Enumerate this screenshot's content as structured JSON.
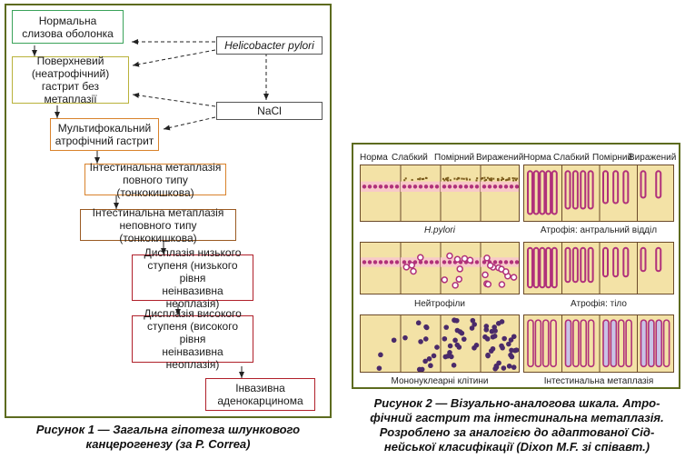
{
  "figure1": {
    "boxes": {
      "normal_mucosa": [
        "Нормальна",
        "слизова оболонка"
      ],
      "superficial_gastritis": [
        "Поверхневий",
        "(неатрофічний)",
        "гастрит без метаплазії"
      ],
      "multifocal_atrophic": [
        "Мультифокальний",
        "атрофічний гастрит"
      ],
      "intestinal_complete": [
        "Інтестинальна метаплазія",
        "повного типу (тонкокишкова)"
      ],
      "intestinal_incomplete": [
        "Інтестинальна метаплазія",
        "неповного типу (тонкокишкова)"
      ],
      "low_grade_dysplasia": [
        "Дисплазія низького",
        "ступеня (низького рівня",
        "неінвазивна неоплазія)"
      ],
      "high_grade_dysplasia": [
        "Дисплазія високого",
        "ступеня (високого рівня",
        "неінвазивна неоплазія)"
      ],
      "invasive_adenocarcinoma": [
        "Інвазивна",
        "аденокарцинома"
      ],
      "helicobacter": "Helicobacter pylori",
      "nacl": "NaCl"
    },
    "caption": [
      "Рисунок 1 — Загальна гіпотеза шлункового",
      "канцерогенезу (за P. Correa)"
    ]
  },
  "figure2": {
    "headers_left": [
      "Норма",
      "Слабкий",
      "Помірний",
      "Виражений"
    ],
    "headers_right": [
      "Норма",
      "Слабкий",
      "Помірний",
      "Виражений"
    ],
    "panel_labels": {
      "hpylori": "H.pylori",
      "atrophy_antral": "Атрофія: антральний відділ",
      "neutrophils": "Нейтрофіли",
      "atrophy_body": "Атрофія: тіло",
      "mononuclear": "Мононуклеарні клітини",
      "intestinal_metaplasia": "Інтестинальна метаплазія"
    },
    "caption": [
      "Рисунок 2 — Візуально-аналогова шкала. Атро-",
      "фічний гастрит та інтестинальна метаплазія.",
      "Розроблено за аналогією до адаптованої Сід-",
      "нейської класифікації (Dixon M.F. зі співавт.)"
    ],
    "colors": {
      "mucosa_bg": "#f3e2a6",
      "nuclei": "#b0307a",
      "dark_nuclei": "#4a2a6a",
      "border": "#6b4a2a",
      "bacteria": "#7a5a1a"
    }
  }
}
